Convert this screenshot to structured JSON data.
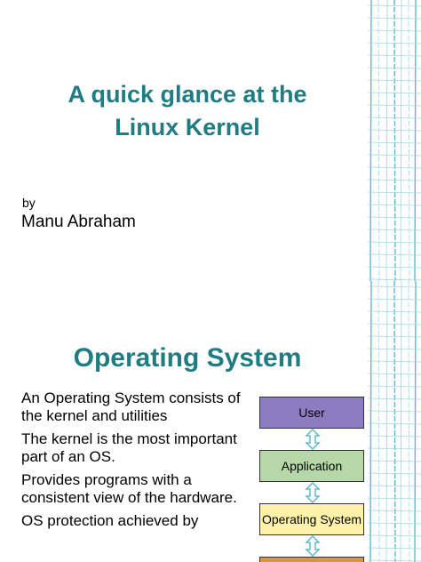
{
  "slide1": {
    "title_line1": "A quick glance at the",
    "title_line2": "Linux Kernel",
    "by": "by",
    "author": "Manu Abraham"
  },
  "slide2": {
    "title": "Operating System",
    "bullets": [
      "An Operating System consists of the kernel and utilities",
      "The kernel is the most important part of an OS.",
      "Provides programs with a consistent view of the hardware.",
      "OS protection achieved by"
    ],
    "diagram": {
      "layers": [
        {
          "label": "User",
          "color": "#8e7cc3"
        },
        {
          "label": "Application",
          "color": "#b6d7a8"
        },
        {
          "label": "Operating System",
          "color": "#fff2a8"
        },
        {
          "label": "",
          "color": "#e69138"
        }
      ]
    }
  },
  "colors": {
    "title": "#1f7c82",
    "grid_line": "#9fd6e6",
    "accent": "#5fb8d3"
  }
}
